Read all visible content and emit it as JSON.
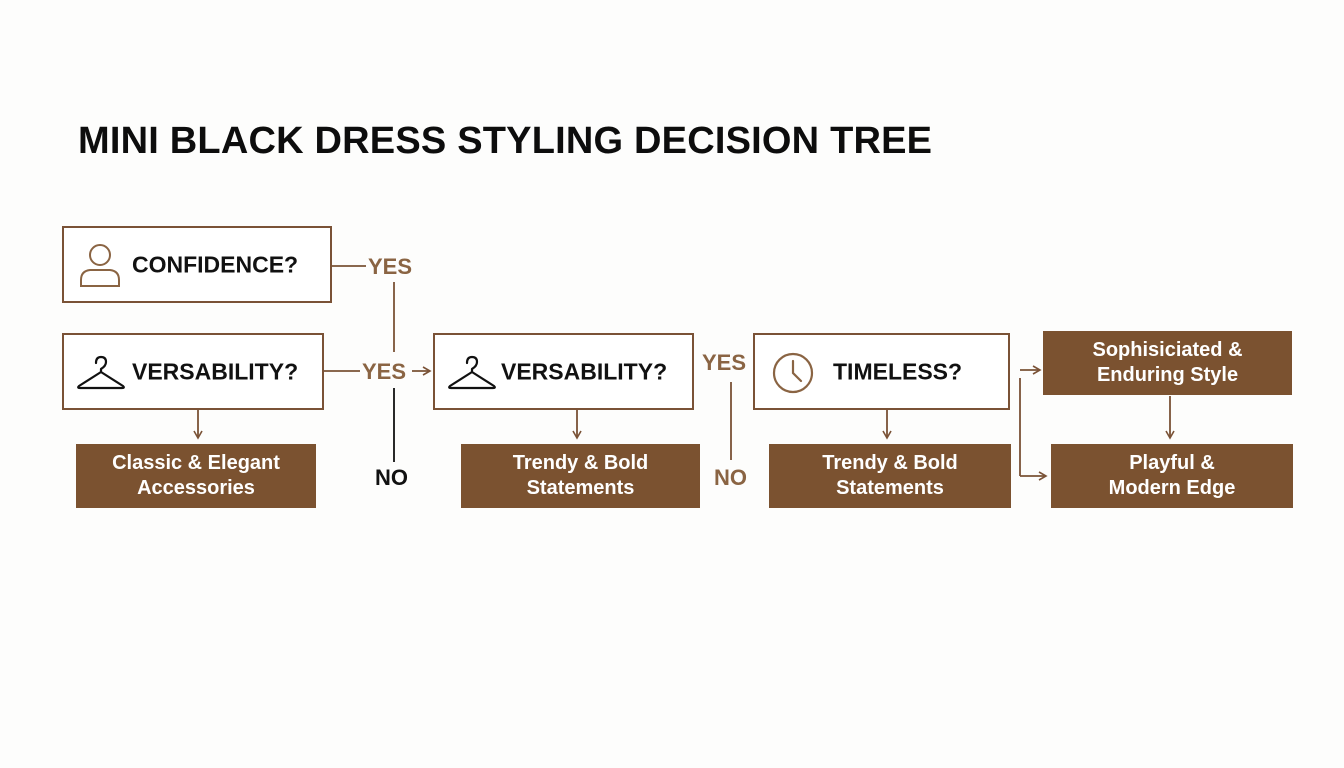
{
  "title": "MINI BLACK DRESS STYLING DECISION TREE",
  "colors": {
    "accent": "#7b5230",
    "border": "#7a5236",
    "label": "#8a6443",
    "text": "#111111"
  },
  "questions": [
    {
      "label": "CONFIDENCE?",
      "icon": "person-icon"
    },
    {
      "label": "VERSABILITY?",
      "icon": "hanger-icon"
    },
    {
      "label": "VERSABILITY?",
      "icon": "hanger-icon"
    },
    {
      "label": "TIMELESS?",
      "icon": "clock-icon"
    }
  ],
  "outcomes": [
    {
      "line1": "Classic & Elegant",
      "line2": "Accessories"
    },
    {
      "line1": "Trendy & Bold",
      "line2": "Statements"
    },
    {
      "line1": "Trendy & Bold",
      "line2": "Statements"
    },
    {
      "line1": "Sophisiciated &",
      "line2": "Enduring Style"
    },
    {
      "line1": "Playful &",
      "line2": "Modern Edge"
    }
  ],
  "branch_labels": {
    "yes_1": "YES",
    "yes_2": "YES",
    "yes_3": "YES",
    "no_1": "NO",
    "no_2": "NO"
  }
}
